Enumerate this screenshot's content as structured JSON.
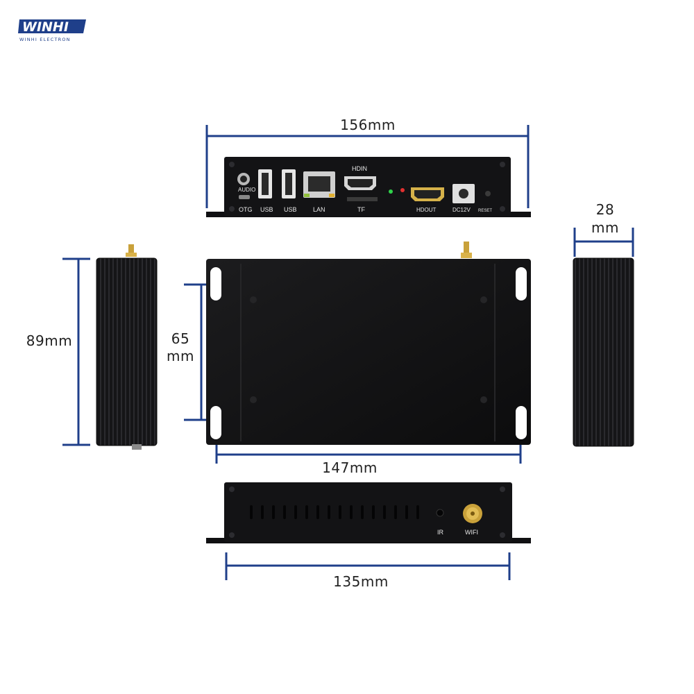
{
  "brand": {
    "logo_text": "WINHI",
    "tagline": "WINHI ELECTRON"
  },
  "dimensions": {
    "width_top": "156mm",
    "depth_a": "28",
    "depth_b": "mm",
    "height_left": "89mm",
    "mount_spacing_a": "65",
    "mount_spacing_b": "mm",
    "mount_width": "147mm",
    "back_width": "135mm"
  },
  "front_panel": {
    "ports": [
      "AUDIO",
      "OTG",
      "USB",
      "USB",
      "LAN",
      "HDIN",
      "TF",
      "HDOUT",
      "DC12V",
      "RESET"
    ]
  },
  "back_panel": {
    "ports": [
      "IR",
      "WIFI"
    ]
  },
  "colors": {
    "dimension_line": "#1f3f8a",
    "device": "#0f0f10",
    "antenna": "#c9a13a"
  }
}
